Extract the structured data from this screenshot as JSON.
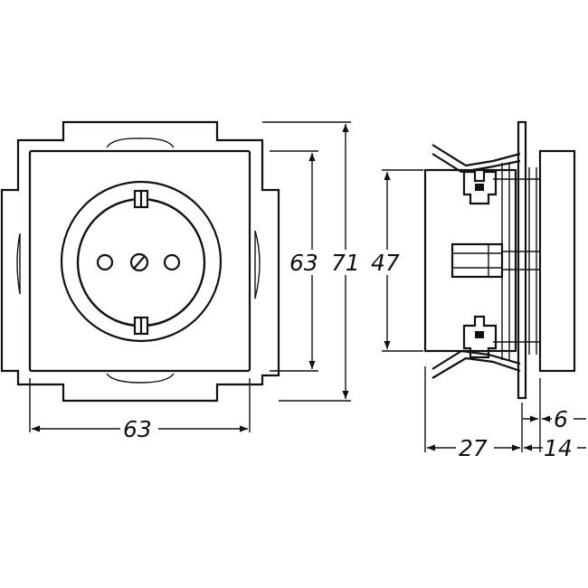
{
  "front_view": {
    "width_label": "63",
    "frame_height_label": "63",
    "overall_height_label": "71"
  },
  "side_view": {
    "insert_height_label": "47",
    "depth_label": "27",
    "plate_label": "6",
    "total_label": "14"
  },
  "colors": {
    "line": "#111111",
    "background": "#ffffff"
  }
}
